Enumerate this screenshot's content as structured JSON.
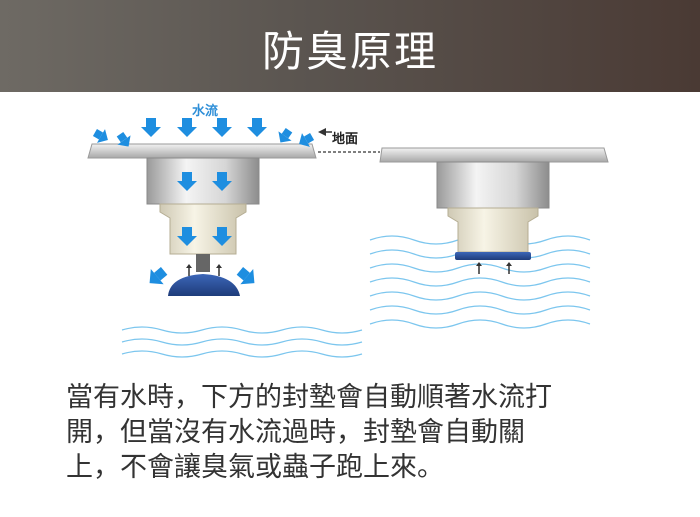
{
  "header": {
    "title": "防臭原理"
  },
  "diagram": {
    "label_water": "水流",
    "label_ground": "地面"
  },
  "caption": {
    "lines": [
      "當有水時，下方的封墊會自動順著水流打",
      "開，但當沒有水流過時，封墊會自動關",
      "上，不會讓臭氣或蟲子跑上來。"
    ]
  },
  "colors": {
    "arrow": "#1e8ee0",
    "seal": "#2b4f9a",
    "wave": "#7cc6ee",
    "header_start": "#6e6a64",
    "header_end": "#4a3a34"
  }
}
